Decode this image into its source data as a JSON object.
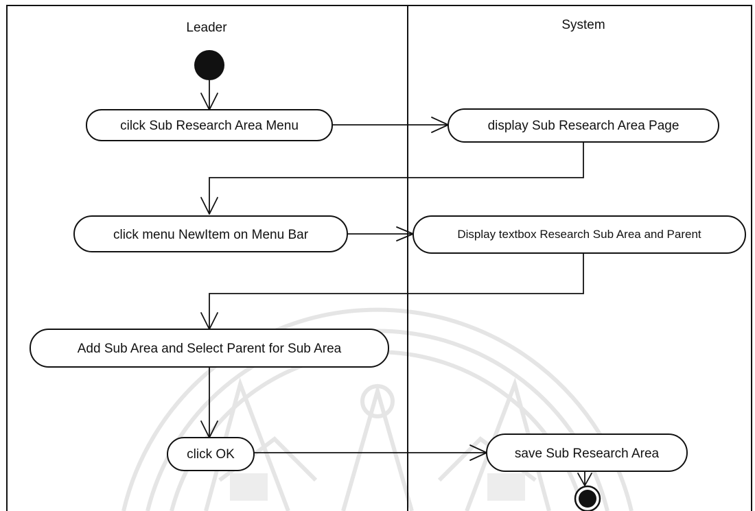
{
  "lanes": {
    "left": {
      "title": "Leader"
    },
    "right": {
      "title": "System"
    }
  },
  "nodes": {
    "click_sub_research_menu": "cilck Sub Research Area Menu",
    "display_sub_research_page": "display Sub Research Area Page",
    "click_newitem_menu": "click menu NewItem on Menu Bar",
    "display_textbox": "Display textbox Research Sub Area and Parent",
    "add_sub_area": "Add Sub Area and Select Parent for Sub Area",
    "click_ok": "click OK",
    "save_sub_research_area": "save Sub Research Area"
  },
  "colors": {
    "ink": "#111111",
    "watermark": "#e3e3e3",
    "background": "#ffffff"
  }
}
